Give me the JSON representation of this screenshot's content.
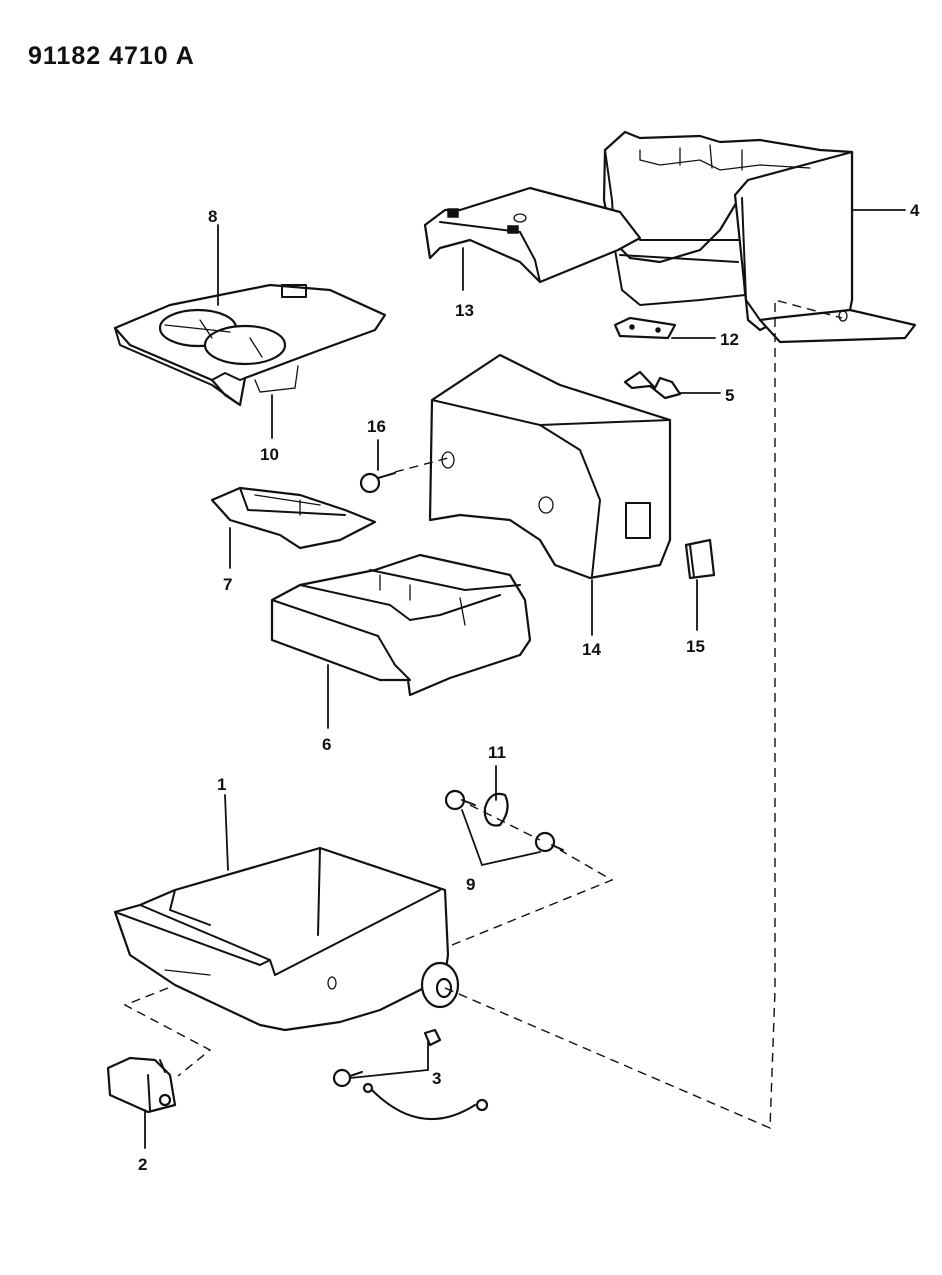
{
  "document_number": "91182 4710 A",
  "callouts": {
    "c1": "1",
    "c2": "2",
    "c3": "3",
    "c4": "4",
    "c5": "5",
    "c6": "6",
    "c7": "7",
    "c8": "8",
    "c9": "9",
    "c10": "10",
    "c11": "11",
    "c12": "12",
    "c13": "13",
    "c14": "14",
    "c15": "15",
    "c16": "16"
  }
}
